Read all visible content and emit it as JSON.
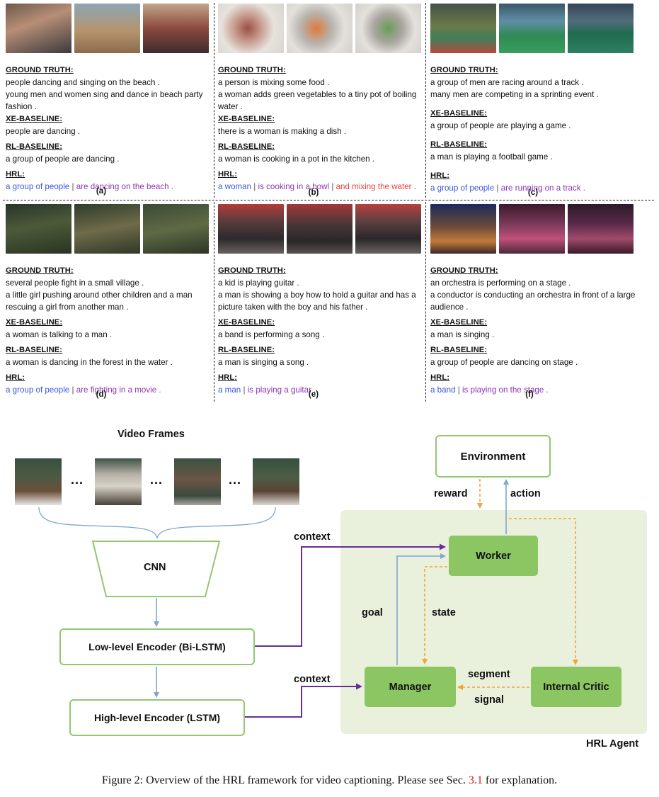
{
  "panels": [
    {
      "letter": "(a)",
      "ground_truth_label": "GROUND TRUTH:",
      "ground_truth": [
        "people dancing and singing on the beach .",
        "young men and women sing and dance in beach party fashion ."
      ],
      "xe_label": "XE-BASELINE:",
      "xe": "people are dancing .",
      "rl_label": "RL-BASELINE:",
      "rl": "a group of people are dancing .",
      "hrl_label": "HRL:",
      "hrl": [
        "a group of people",
        "are dancing on the beach ."
      ]
    },
    {
      "letter": "(b)",
      "ground_truth_label": "GROUND TRUTH:",
      "ground_truth": [
        "a person is mixing some food .",
        "a woman adds green vegetables to a tiny pot of boiling water ."
      ],
      "xe_label": "XE-BASELINE:",
      "xe": "there is a woman is making a dish .",
      "rl_label": "RL-BASELINE:",
      "rl": "a woman is cooking in a pot in the kitchen .",
      "hrl_label": "HRL:",
      "hrl": [
        "a woman",
        "is cooking in a bowl",
        "and mixing the water ."
      ]
    },
    {
      "letter": "(c)",
      "ground_truth_label": "GROUND TRUTH:",
      "ground_truth": [
        "a group of men are racing around a track .",
        "many men are competing in a sprinting event ."
      ],
      "xe_label": "XE-BASELINE:",
      "xe": "a group of people are playing a game .",
      "rl_label": "RL-BASELINE:",
      "rl": "a man is playing a football game .",
      "hrl_label": "HRL:",
      "hrl": [
        "a group of people",
        "are running on a track ."
      ]
    },
    {
      "letter": "(d)",
      "ground_truth_label": "GROUND TRUTH:",
      "ground_truth": [
        "several people fight in a small village .",
        "a little girl pushing around other children and a man rescuing a girl from another man ."
      ],
      "xe_label": "XE-BASELINE:",
      "xe": "a woman is talking to a man .",
      "rl_label": "RL-BASELINE:",
      "rl": "a woman is dancing in the forest in the water .",
      "hrl_label": "HRL:",
      "hrl": [
        "a group of people",
        "are fighting in a movie ."
      ]
    },
    {
      "letter": "(e)",
      "ground_truth_label": "GROUND TRUTH:",
      "ground_truth": [
        "a kid is playing guitar .",
        "a man is showing a boy how to hold a guitar and has a picture taken with the boy and his father ."
      ],
      "xe_label": "XE-BASELINE:",
      "xe": "a band is performing a song .",
      "rl_label": "RL-BASELINE:",
      "rl": "a man is singing a song .",
      "hrl_label": "HRL:",
      "hrl": [
        "a man",
        "is playing a guitar ."
      ]
    },
    {
      "letter": "(f)",
      "ground_truth_label": "GROUND TRUTH:",
      "ground_truth": [
        "an orchestra is performing on a stage .",
        "a conductor is conducting an orchestra in front of a large audience ."
      ],
      "xe_label": "XE-BASELINE:",
      "xe": "a man is singing .",
      "rl_label": "RL-BASELINE:",
      "rl": "a group of people are dancing on stage .",
      "hrl_label": "HRL:",
      "hrl": [
        "a band",
        "is playing on the stage ."
      ]
    }
  ],
  "hrl_separator": "|",
  "diagram": {
    "video_frames_label": "Video Frames",
    "ellipsis": "...",
    "cnn": "CNN",
    "low_encoder": "Low-level Encoder (Bi-LSTM)",
    "high_encoder": "High-level Encoder (LSTM)",
    "environment": "Environment",
    "worker": "Worker",
    "manager": "Manager",
    "internal_critic": "Internal Critic",
    "hrl_agent": "HRL Agent",
    "edges": {
      "reward": "reward",
      "action": "action",
      "context_1": "context",
      "context_2": "context",
      "goal": "goal",
      "state": "state",
      "segment": "segment",
      "signal": "signal"
    }
  },
  "caption": {
    "prefix": "Figure 2: Overview of the HRL framework for video captioning. Please see Sec. ",
    "ref": "3.1",
    "suffix": " for explanation."
  },
  "colors": {
    "hrl_phrase_1": "#3b56e0",
    "hrl_phrase_2": "#8e35b5",
    "hrl_phrase_3": "#ec3d3d",
    "box_fill": "#8bc662",
    "box_border": "#92c870",
    "agent_background": "#e9f0dc",
    "context_arrow": "#6a2c9c",
    "blue_arrow": "#7fa6cc",
    "orange_arrow": "#f2a33a"
  }
}
